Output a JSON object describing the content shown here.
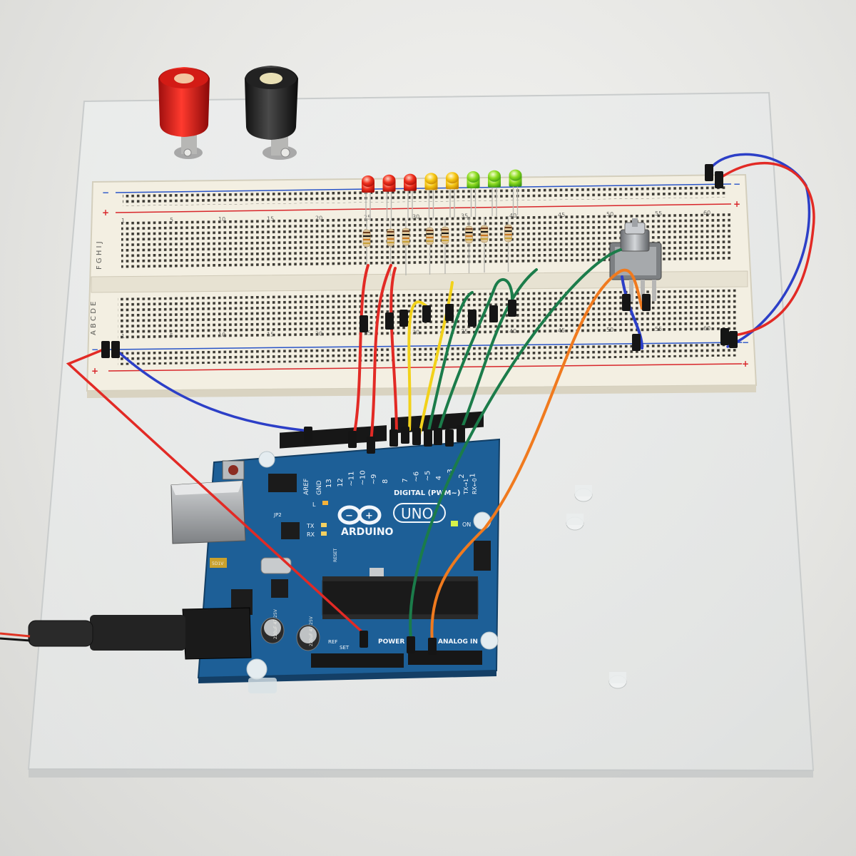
{
  "arduino": {
    "logo_text": "ARDUINO",
    "model_text": "UNO",
    "digital_header_label": "DIGITAL (PWM~)",
    "power_header_label": "POWER",
    "analog_header_label": "ANALOG IN",
    "aref_label": "AREF",
    "gnd_label": "GND",
    "on_label": "ON",
    "l_label": "L",
    "tx_label": "TX",
    "rx_label": "RX",
    "tx_arrow_label": "TX→1",
    "rx_arrow_label": "RX←0",
    "ref_label": "REF",
    "set_label": "SET",
    "reset_label": "RESET",
    "icsp_label": "JP2",
    "regulator_label": "5D1V",
    "digital_pins": [
      "13",
      "12",
      "~11",
      "~10",
      "~9",
      "8",
      "7",
      "~6",
      "~5",
      "4",
      "~3",
      "2",
      "1"
    ],
    "capacitor_labels": [
      "220uF 47 25V",
      "220uF 47 25V"
    ]
  },
  "breadboard": {
    "column_numbers": [
      "1",
      "5",
      "10",
      "15",
      "20",
      "25",
      "30",
      "35",
      "40",
      "45",
      "50",
      "55",
      "60"
    ],
    "top_rows_label": "F G H I J",
    "bottom_rows_label": "A B C D E",
    "plus_sign": "+",
    "minus_sign": "−"
  },
  "colors": {
    "board_blue": "#1d5f97",
    "breadboard": "#f1ede0",
    "rail_red": "#d8262a",
    "rail_blue": "#2a55c8",
    "wire_red": "#e22a25",
    "wire_blue": "#2c3fc7",
    "wire_yellow": "#f2d21a",
    "wire_green": "#1b7c4a",
    "wire_orange": "#f07a1e"
  },
  "leds": [
    "red",
    "red",
    "red",
    "yellow",
    "yellow",
    "green",
    "green",
    "green"
  ]
}
